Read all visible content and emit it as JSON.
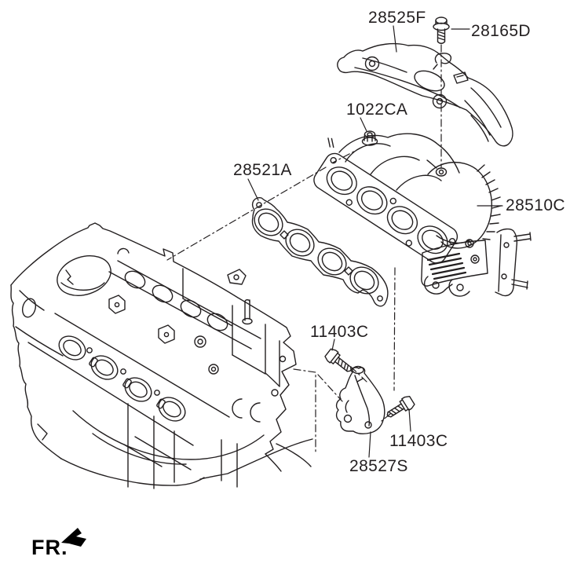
{
  "page": {
    "background_color": "#ffffff",
    "line_color": "#231f20"
  },
  "labels": [
    {
      "part_no": "28525F",
      "text": "28525F"
    },
    {
      "part_no": "28165D",
      "text": "28165D"
    },
    {
      "part_no": "1022CA",
      "text": "1022CA"
    },
    {
      "part_no": "28521A",
      "text": "28521A"
    },
    {
      "part_no": "28510C",
      "text": "28510C"
    },
    {
      "part_no": "11403C",
      "text": "11403C"
    },
    {
      "part_no": "11403C",
      "text": "11403C"
    },
    {
      "part_no": "28527S",
      "text": "28527S"
    }
  ],
  "fr": {
    "text": "FR."
  }
}
